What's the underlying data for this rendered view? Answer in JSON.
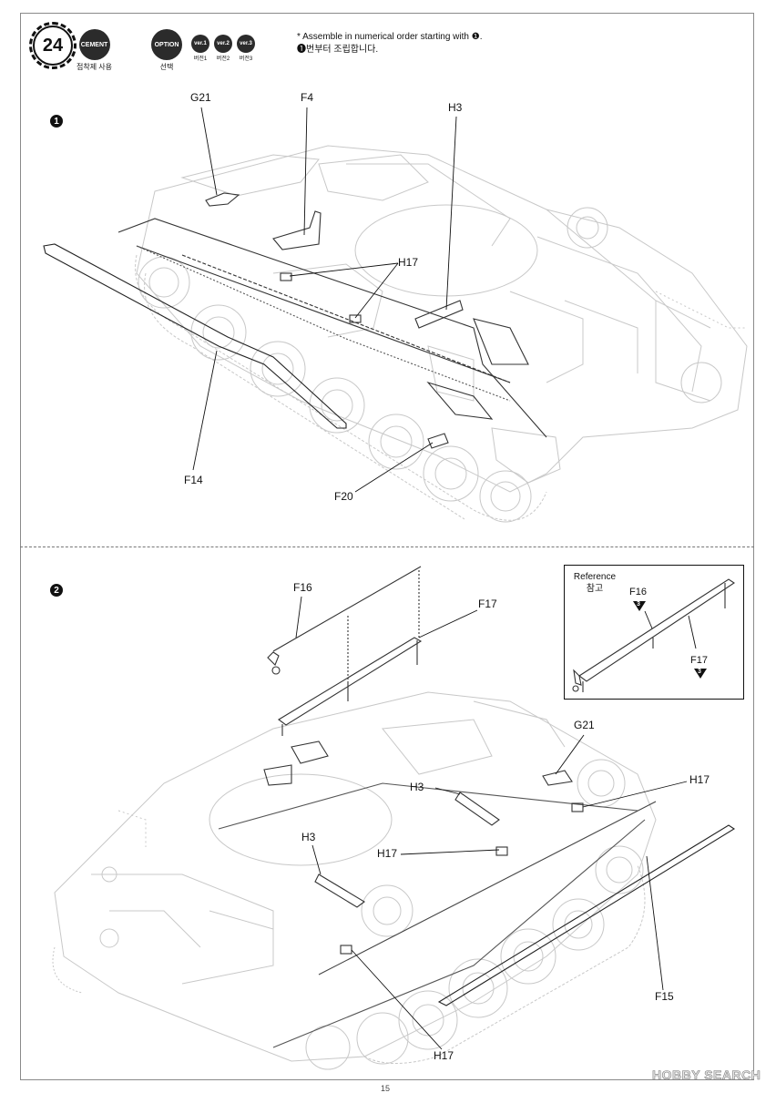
{
  "header": {
    "step_number": "24",
    "cement_label": "CEMENT",
    "cement_sub": "접착제 사용",
    "option_label": "OPTION",
    "option_sub": "선택",
    "versions": [
      {
        "label": "ver.1",
        "sub": "버전1"
      },
      {
        "label": "ver.2",
        "sub": "버전2"
      },
      {
        "label": "ver.3",
        "sub": "버전3"
      }
    ],
    "note_en": "* Assemble in numerical order starting with ❶.",
    "note_ko": "❶번부터 조립합니다."
  },
  "section1": {
    "number": "1",
    "labels": [
      "G21",
      "F4",
      "H3",
      "H17",
      "F14",
      "F20"
    ]
  },
  "section2": {
    "number": "2",
    "labels": [
      "F16",
      "F17",
      "G21",
      "H17",
      "H3",
      "H17",
      "H3",
      "F15",
      "H17"
    ]
  },
  "reference": {
    "title_en": "Reference",
    "title_ko": "참고",
    "labels": [
      "F16",
      "F17"
    ],
    "badges": [
      "3",
      "3"
    ]
  },
  "footer": {
    "page_number": "15",
    "watermark": "HOBBY SEARCH"
  },
  "colors": {
    "ink": "#111111",
    "ghost_line": "#c8c8c8",
    "part_line": "#333333"
  }
}
